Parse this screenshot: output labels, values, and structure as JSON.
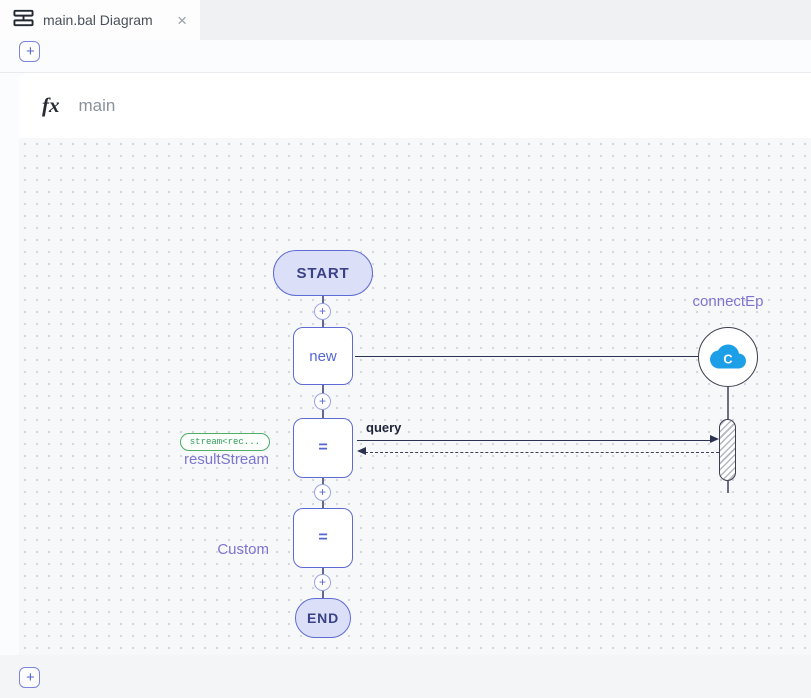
{
  "tab": {
    "title": "main.bal Diagram",
    "close_glyph": "×"
  },
  "controls": {
    "add_top": "+",
    "add_bottom": "+"
  },
  "function_header": {
    "fx_glyph": "fx",
    "name": "main"
  },
  "flow": {
    "start_label": "START",
    "end_label": "END",
    "plus_glyph": "+",
    "nodes": [
      {
        "label": "new"
      },
      {
        "label": "="
      },
      {
        "label": "="
      }
    ],
    "labels": {
      "query": "query",
      "result_var": "resultStream",
      "result_type": "stream<rec...",
      "custom": "Custom"
    },
    "endpoint": {
      "name": "connectEp",
      "icon": "cloud-connector-icon",
      "icon_letter": "C"
    }
  },
  "colors": {
    "accent_indigo": "#5567d5",
    "node_fill": "#dbe0f8",
    "label_purple": "#7d74d1",
    "type_green": "#2fa05a",
    "arrow_navy": "#2c3250",
    "endpoint_blue": "#1d9fe8"
  }
}
